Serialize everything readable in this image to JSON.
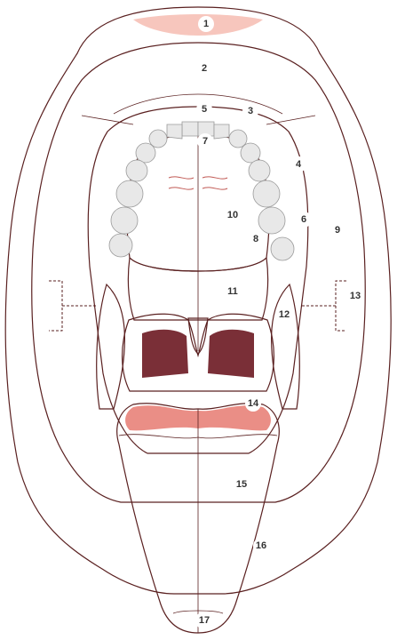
{
  "diagram": {
    "labels": [
      "1",
      "2",
      "3",
      "4",
      "5",
      "6",
      "7",
      "8",
      "9",
      "10",
      "11",
      "12",
      "13",
      "14",
      "15",
      "16",
      "17"
    ]
  },
  "colors": {
    "outer_lip": "#f2aaa0",
    "lip_highlight": "#f7c6bd",
    "mucosa": "#e48579",
    "mucosa_dark": "#d3685e",
    "palate": "#df7a70",
    "throat": "#9c4449",
    "throat_deep": "#7a2f37",
    "tongue": "#e27a74",
    "tongue_tip": "#ea8e86",
    "teeth": "#e8e8e8",
    "teeth_shadow": "#b9b9b9",
    "outline": "#5a2020"
  }
}
